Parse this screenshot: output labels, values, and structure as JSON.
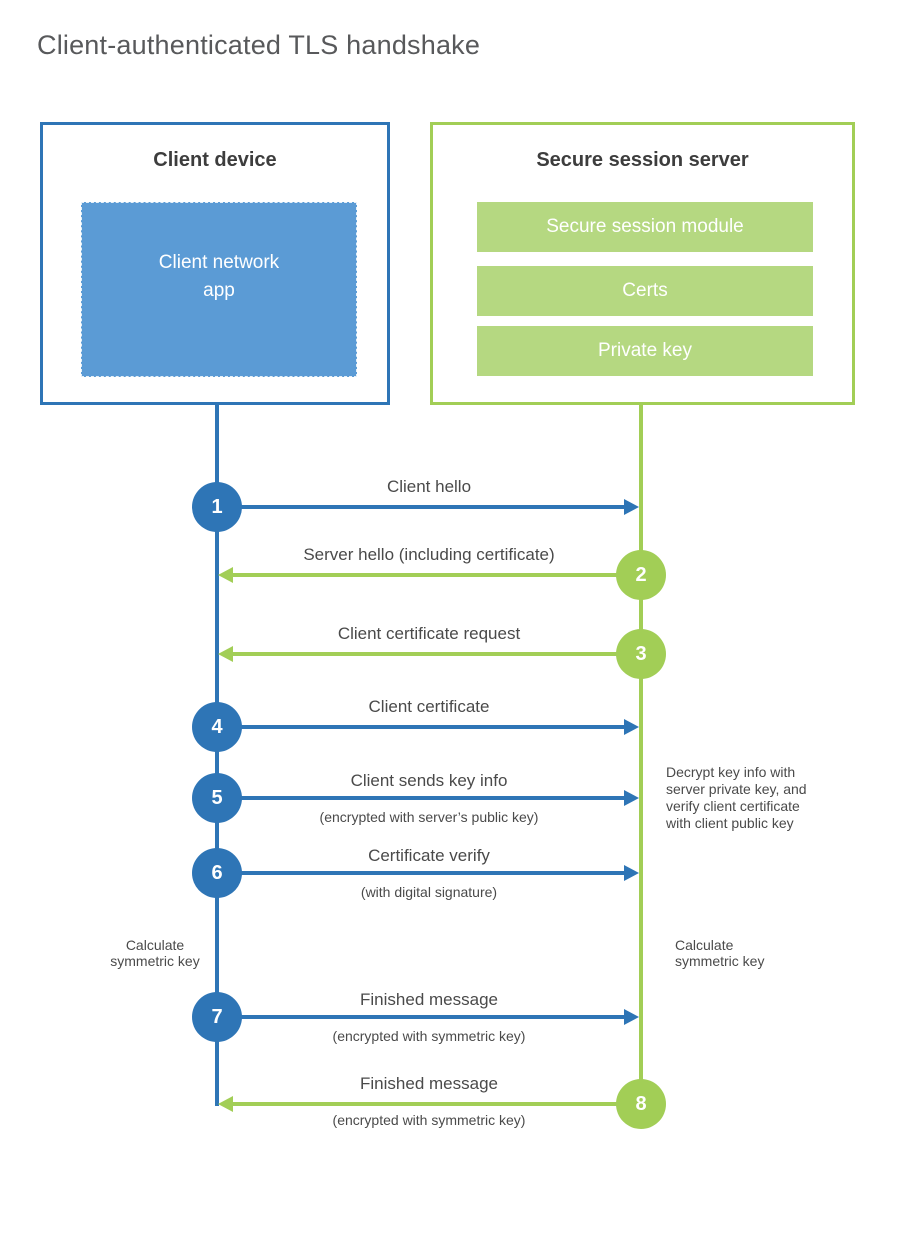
{
  "title": "Client-authenticated TLS handshake",
  "colors": {
    "blue": "#2e75b6",
    "blue_light": "#5b9bd5",
    "green": "#a2ce56",
    "green_light": "#b5d881"
  },
  "client": {
    "title": "Client device",
    "app_lines": [
      "Client network",
      "app"
    ]
  },
  "server": {
    "title": "Secure session server",
    "modules": [
      "Secure session module",
      "Certs",
      "Private key"
    ]
  },
  "messages": [
    {
      "num": "1",
      "from": "client",
      "direction": "right",
      "label": "Client hello",
      "sub": ""
    },
    {
      "num": "2",
      "from": "server",
      "direction": "left",
      "label": "Server hello (including certificate)",
      "sub": ""
    },
    {
      "num": "3",
      "from": "server",
      "direction": "left",
      "label": "Client certificate request",
      "sub": ""
    },
    {
      "num": "4",
      "from": "client",
      "direction": "right",
      "label": "Client certificate",
      "sub": ""
    },
    {
      "num": "5",
      "from": "client",
      "direction": "right",
      "label": "Client sends key info",
      "sub": "(encrypted with server’s public key)"
    },
    {
      "num": "6",
      "from": "client",
      "direction": "right",
      "label": "Certificate verify",
      "sub": "(with digital signature)"
    },
    {
      "num": "7",
      "from": "client",
      "direction": "right",
      "label": "Finished message",
      "sub": "(encrypted with symmetric key)"
    },
    {
      "num": "8",
      "from": "server",
      "direction": "left",
      "label": "Finished message",
      "sub": "(encrypted with symmetric key)"
    }
  ],
  "notes": {
    "decrypt": {
      "lines": [
        "Decrypt key info with",
        "server private key, and",
        "verify client certificate",
        "with client public key"
      ]
    },
    "calc_left": {
      "lines": [
        "Calculate",
        "symmetric key"
      ]
    },
    "calc_right": {
      "lines": [
        "Calculate",
        "symmetric key"
      ]
    }
  }
}
